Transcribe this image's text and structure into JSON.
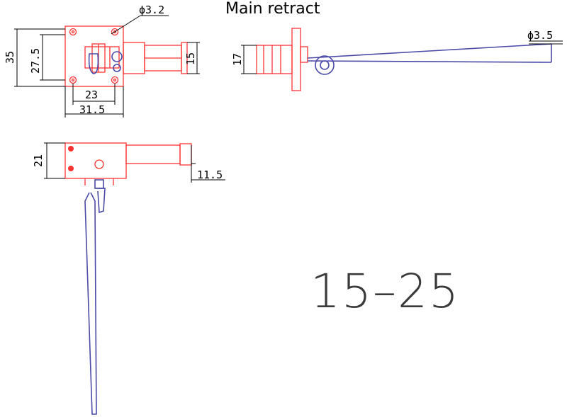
{
  "title": "Main retract",
  "size_label": "15–25",
  "colors": {
    "part": "#ff3333",
    "strut": "#4a4aa8",
    "dimension": "#000000"
  },
  "views": {
    "top": {
      "dims": {
        "hole_dia": "ϕ3.2",
        "overall_height": "35",
        "hole_spacing_y": "27.5",
        "cylinder_height": "15",
        "hole_spacing_x": "23",
        "overall_width": "31.5"
      }
    },
    "front": {
      "dims": {
        "body_height": "17",
        "wire_dia": "ϕ3.5"
      }
    },
    "side": {
      "dims": {
        "body_height": "21",
        "cylinder_height": "11.5"
      }
    }
  }
}
